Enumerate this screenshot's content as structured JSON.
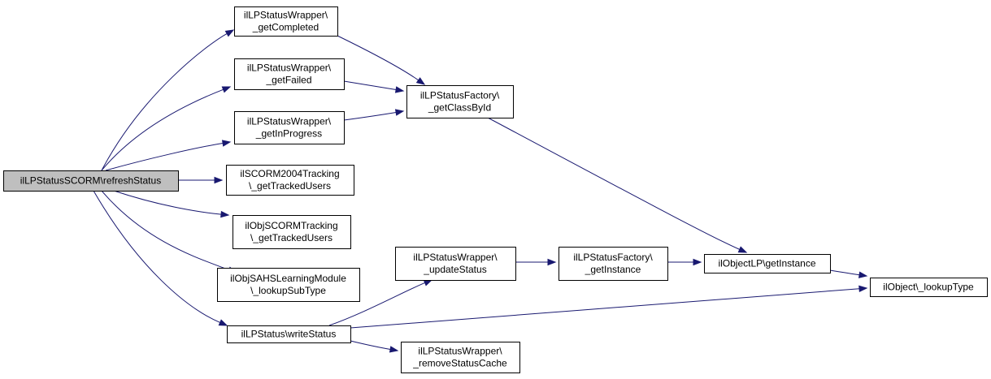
{
  "diagram": {
    "nodes": [
      {
        "id": "root",
        "lines": [
          "ilLPStatusSCORM\\refreshStatus"
        ],
        "highlight": true
      },
      {
        "id": "getCompleted",
        "lines": [
          "ilLPStatusWrapper\\",
          "_getCompleted"
        ]
      },
      {
        "id": "getFailed",
        "lines": [
          "ilLPStatusWrapper\\",
          "_getFailed"
        ]
      },
      {
        "id": "getInProgress",
        "lines": [
          "ilLPStatusWrapper\\",
          "_getInProgress"
        ]
      },
      {
        "id": "scorm2004",
        "lines": [
          "ilSCORM2004Tracking",
          "\\_getTrackedUsers"
        ]
      },
      {
        "id": "objScorm",
        "lines": [
          "ilObjSCORMTracking",
          "\\_getTrackedUsers"
        ]
      },
      {
        "id": "sahs",
        "lines": [
          "ilObjSAHSLearningModule",
          "\\_lookupSubType"
        ]
      },
      {
        "id": "writeStatus",
        "lines": [
          "ilLPStatus\\writeStatus"
        ]
      },
      {
        "id": "getClassById",
        "lines": [
          "ilLPStatusFactory\\",
          "_getClassById"
        ]
      },
      {
        "id": "updateStatus",
        "lines": [
          "ilLPStatusWrapper\\",
          "_updateStatus"
        ]
      },
      {
        "id": "removeCache",
        "lines": [
          "ilLPStatusWrapper\\",
          "_removeStatusCache"
        ]
      },
      {
        "id": "factoryGetInstance",
        "lines": [
          "ilLPStatusFactory\\",
          "_getInstance"
        ]
      },
      {
        "id": "objectLPGetInstance",
        "lines": [
          "ilObjectLP\\getInstance"
        ]
      },
      {
        "id": "lookupType",
        "lines": [
          "ilObject\\_lookupType"
        ]
      }
    ],
    "edges": [
      {
        "from": "root",
        "to": "getCompleted"
      },
      {
        "from": "root",
        "to": "getFailed"
      },
      {
        "from": "root",
        "to": "getInProgress"
      },
      {
        "from": "root",
        "to": "scorm2004"
      },
      {
        "from": "root",
        "to": "objScorm"
      },
      {
        "from": "root",
        "to": "sahs"
      },
      {
        "from": "root",
        "to": "writeStatus"
      },
      {
        "from": "getCompleted",
        "to": "getClassById"
      },
      {
        "from": "getFailed",
        "to": "getClassById"
      },
      {
        "from": "getInProgress",
        "to": "getClassById"
      },
      {
        "from": "getClassById",
        "to": "objectLPGetInstance"
      },
      {
        "from": "writeStatus",
        "to": "updateStatus"
      },
      {
        "from": "writeStatus",
        "to": "removeCache"
      },
      {
        "from": "writeStatus",
        "to": "lookupType"
      },
      {
        "from": "updateStatus",
        "to": "factoryGetInstance"
      },
      {
        "from": "factoryGetInstance",
        "to": "objectLPGetInstance"
      },
      {
        "from": "objectLPGetInstance",
        "to": "lookupType"
      }
    ]
  },
  "colors": {
    "edge": "#191970",
    "root_fill": "#bfbfbf",
    "node_fill": "#ffffff",
    "node_border": "#000000"
  }
}
